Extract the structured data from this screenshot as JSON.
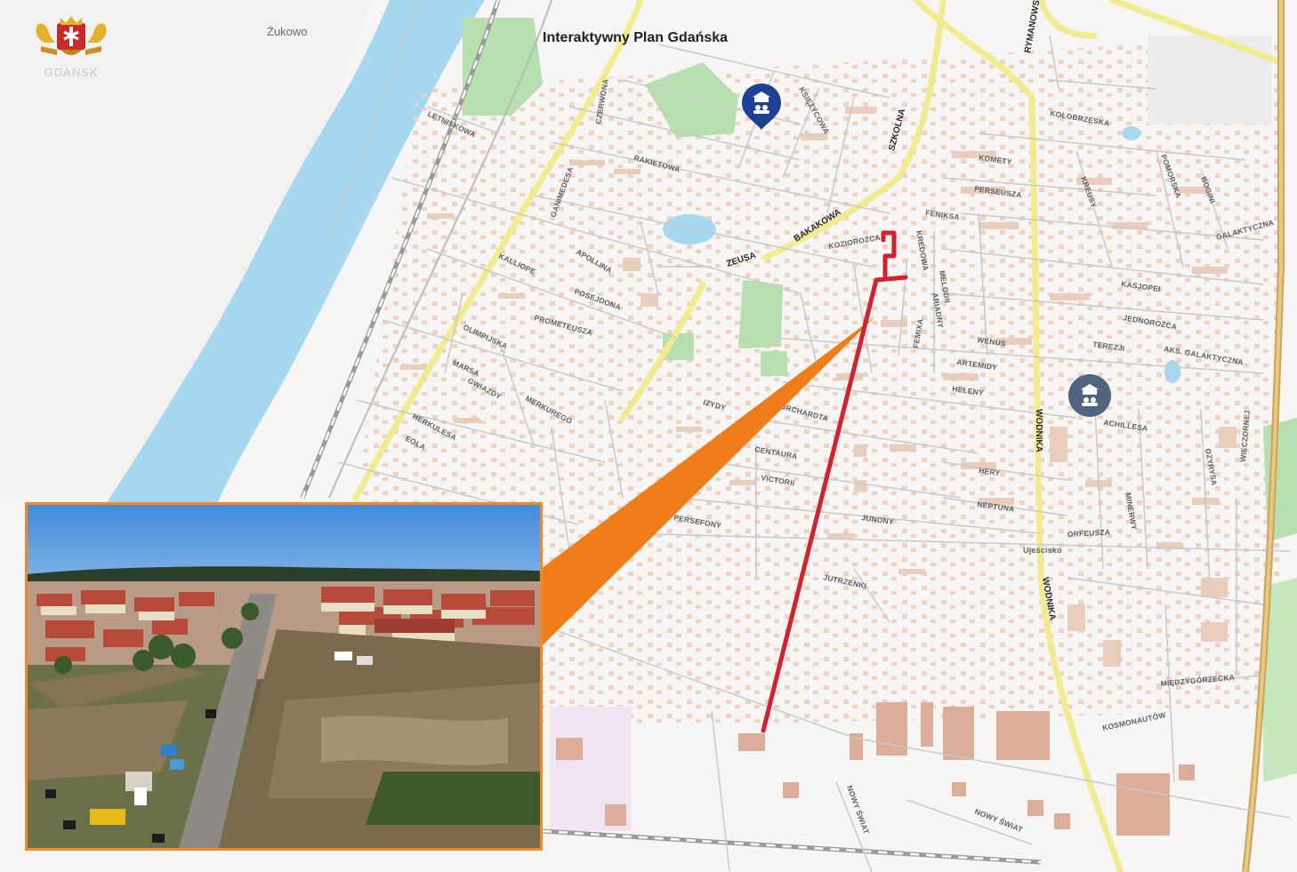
{
  "header": {
    "title": "Interaktywny Plan Gdańska",
    "logo_text": "GDAŃSK",
    "logo_icon": "gdansk-coat-of-arms-icon"
  },
  "places": {
    "zukowo": "Żukowo",
    "ujescisko": "Ujeścisko"
  },
  "streets": {
    "ilusa": "ZEUSA",
    "ariadny": "ARIADNY",
    "minerwy": "MINERWY",
    "wojnice": "WODNIKA",
    "bogatka": "BAKAKOWA",
    "fenixa": "FEMIXA",
    "galaktyczna": "GALAKTYCZNA",
    "galaktyczna2": "AKS. GALAKTYCZNA",
    "jednorozca": "JEDNOROŻCA",
    "kasjopei": "KASJOPEI",
    "feniksa": "FENIKSA",
    "terezji": "TEREZJI",
    "artemidy": "ARTEMIDY",
    "wenus": "WENUS",
    "heleny": "HELENY",
    "achillesa": "ACHILLESA",
    "orfeusza": "ORFEUSZA",
    "junony": "JUNONY",
    "victorii": "VICTORII",
    "persefony": "PERSEFONY",
    "centaura": "CENTAURA",
    "borchardta": "BORCHARDTA",
    "iz": "IZYDY",
    "mezygorzecka": "MIĘDZYGÓRZECKA",
    "nowy_swiat": "NOWY ŚWIAT",
    "letniskowa": "LETNISKOWA",
    "kurozwecka": "KOŁOBRZESKA",
    "meilodia": "MELODII",
    "kredowa": "KREDOWA",
    "kozioroga": "KOZIOROŻCA",
    "szkolna": "SZKOLNA",
    "rymanowska": "RYMANOWSKA",
    "pomorska": "POMORSKA",
    "kometa": "KOMETY",
    "perseusza": "PERSEUSZA",
    "hery": "HERY",
    "neptuna": "NEPTUNA",
    "krezus": "KREUSY",
    "bogini": "BOGINI",
    "jutrzenki": "JUTRZENKI",
    "prometeusza": "PROMETEUSZA",
    "posejdona": "POSEJDONA",
    "wieczornej": "WIECZORNEJ",
    "ozyrysa": "OZYRYSA",
    "olimpijska": "OLIMPIJSKA",
    "kosmonautow": "KOSMONAUTÓW",
    "ksiezycowa": "KSIĘŻYCOWA",
    "rakietowa": "RAKIETOWA",
    "marsa": "MARSA",
    "czerwona": "CZERWONA",
    "kalliope": "KALLIOPE",
    "apollina": "APOLLINA",
    "ganimedesa": "GANIMEDESA",
    "gwiazdy": "GWIAZDY",
    "merkurego": "MERKUREGO",
    "herkulesa": "HERKULESA",
    "eola": "EOLA"
  },
  "markers": [
    {
      "name": "school-marker-north",
      "icon": "school-icon",
      "color": "#1d3f97"
    },
    {
      "name": "school-marker-east",
      "icon": "school-icon",
      "color": "#51647f"
    }
  ],
  "route": {
    "color": "#d5202f"
  },
  "colors": {
    "water": "#a6d8f0",
    "park": "#b8dfb0",
    "highway": "#f7f0a0",
    "building": "#e9cdbd",
    "industrial": "#d4a38f",
    "callout": "#ef7d1a",
    "inset_border": "#ef8a2a"
  }
}
